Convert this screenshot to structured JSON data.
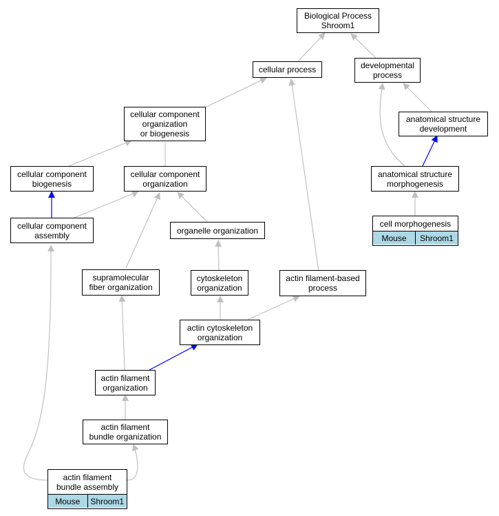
{
  "nodes": {
    "bp": "Biological Process\nShroom1",
    "cellular_process": "cellular process",
    "developmental_process": "developmental\nprocess",
    "ccob": "cellular component\norganization\nor biogenesis",
    "asd": "anatomical structure\ndevelopment",
    "ccb": "cellular component\nbiogenesis",
    "cco": "cellular component\norganization",
    "asm": "anatomical structure\nmorphogenesis",
    "cca": "cellular component\nassembly",
    "organelle_org": "organelle organization",
    "supra": "supramolecular\nfiber organization",
    "cyto_org": "cytoskeleton\norganization",
    "afbp": "actin filament-based\nprocess",
    "aco": "actin cytoskeleton\norganization",
    "afo": "actin filament\norganization",
    "afbo": "actin filament\nbundle organization"
  },
  "annotated": {
    "cell_morph": {
      "title": "cell morphogenesis",
      "species": "Mouse",
      "gene": "Shroom1"
    },
    "afba": {
      "title": "actin filament\nbundle assembly",
      "species": "Mouse",
      "gene": "Shroom1"
    }
  },
  "colors": {
    "is_a_edge": "#c0c0c0",
    "regulates_edge": "#0000ff",
    "annotation_cell": "#add8e6"
  }
}
